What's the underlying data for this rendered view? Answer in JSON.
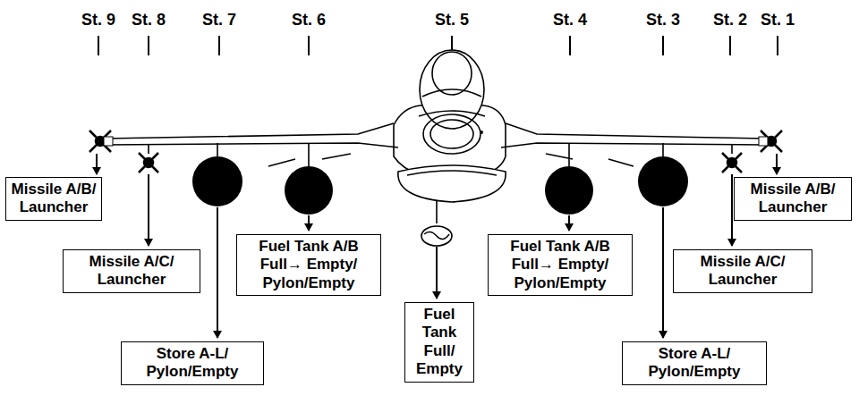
{
  "diagram": {
    "nodes": [
      {
        "text": [
          "Missile A/B/ Launcher"
        ]
      },
      {
        "text": [
          "Missile A/B/ Launcher"
        ]
      },
      {
        "text": [
          "Missile A/C/ Launcher"
        ]
      },
      {
        "text": [
          "Fuel Tank A/B Full→ Empty/ Pylon/Empty"
        ]
      },
      {
        "text": [
          "Fuel Tank A/B Full→ Empty/ Pylon/Empty"
        ]
      },
      {
        "text": [
          "Missile A/C/ Launcher"
        ]
      },
      {
        "text": [
          "Fuel Tank Full/ Empty"
        ]
      },
      {
        "text": [
          "Store A-L/ Pylon/Empty"
        ]
      },
      {
        "text": [
          "Store A-L/ Pylon/Empty"
        ]
      }
    ],
    "labels": [
      "St. 9",
      "St. 8",
      "St. 7",
      "St. 6",
      "St. 5",
      "St. 4",
      "St. 3",
      "St. 2",
      "St. 1"
    ]
  }
}
